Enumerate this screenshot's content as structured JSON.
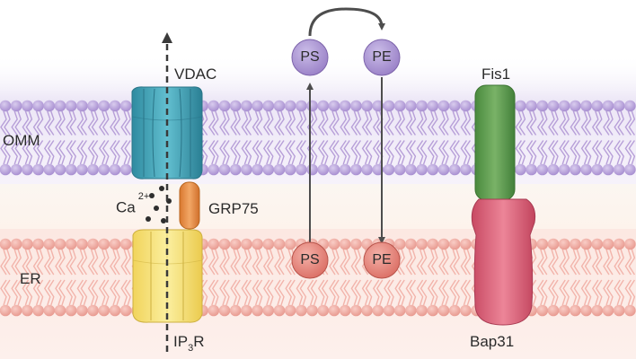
{
  "labels": {
    "omm": "OMM",
    "er": "ER",
    "vdac": "VDAC",
    "grp75": "GRP75",
    "ca": "Ca",
    "ca_charge": "2+",
    "ip3r_prefix": "IP",
    "ip3r_sub": "3",
    "ip3r_suffix": "R",
    "fis1": "Fis1",
    "bap31": "Bap31"
  },
  "lipids": {
    "ps_top": "PS",
    "pe_top": "PE",
    "ps_bottom": "PS",
    "pe_bottom": "PE"
  },
  "colors": {
    "omm_head": "#b9a2dc",
    "omm_tail": "#b79fd8",
    "er_head": "#f2aca2",
    "er_tail": "#f2b4ab",
    "vdac": "#3fa0b5",
    "ip3r": "#f7e27a",
    "grp75": "#e7934a",
    "fis1": "#5f9a4e",
    "bap31": "#d9637a",
    "ps_pe_omm": "#a68dd2",
    "ps_pe_er": "#e57a72",
    "arrow": "#4d4d4d"
  }
}
